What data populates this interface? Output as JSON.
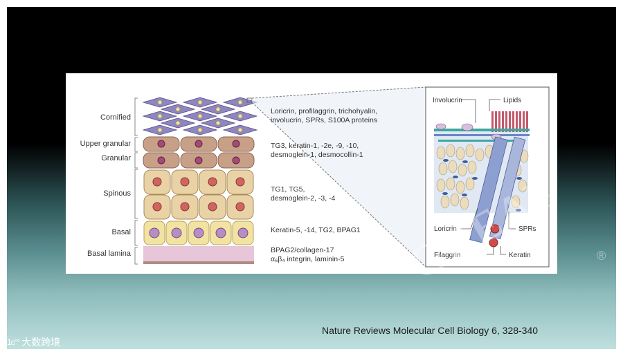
{
  "layers": {
    "cornified": "Cornified",
    "upper_granular": "Upper granular",
    "granular": "Granular",
    "spinous": "Spinous",
    "basal": "Basal",
    "basal_lamina": "Basal lamina"
  },
  "descriptions": {
    "cornified_1": "Loricrin, profilaggrin, trichohyalin,",
    "cornified_2": "involucrin, SPRs, S100A proteins",
    "granular_1": "TG3, keratin-1, -2e, -9, -10,",
    "granular_2": "desmoglein-1, desmocollin-1",
    "spinous_1": "TG1, TG5,",
    "spinous_2": "desmoglein-2, -3, -4",
    "basal_1": "Keratin-5, -14, TG2, BPAG1",
    "lamina_1": "BPAG2/collagen-17",
    "lamina_2": "α₆β₄ integrin, laminin-5"
  },
  "inset": {
    "involucrin": "Involucrin",
    "lipids": "Lipids",
    "loricrin": "Loricrin",
    "sprs": "SPRs",
    "filaggrin": "Filaggrin",
    "keratin": "Keratin"
  },
  "citation": "Nature Reviews Molecular Cell Biology 6, 328-340",
  "watermark": "GREAF",
  "watermark_mark": "®",
  "logo": {
    "mark": "1ᴄ°°",
    "text": "大数跨境"
  },
  "colors": {
    "cornified_cell": "#8f86bd",
    "granular_cell": "#c8a088",
    "spinous_cell": "#e9d2a6",
    "basal_cell": "#f3e3a2",
    "lamina": "#e7c6d9",
    "inset_bg": "#dfe8f3",
    "keratin_rod": "#8d9fd0",
    "loricrin_blob": "#ecdcbe"
  }
}
